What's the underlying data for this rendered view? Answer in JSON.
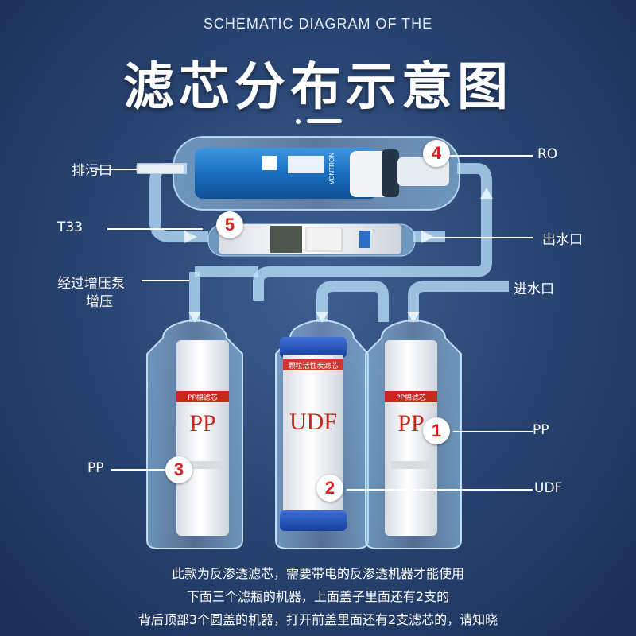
{
  "header": {
    "subtitle": "SCHEMATIC DIAGRAM OF THE",
    "title": "滤芯分布示意图"
  },
  "labels": {
    "drain": "排污口",
    "ro": "RO",
    "t33": "T33",
    "outlet": "出水口",
    "pump_line1": "经过增压泵",
    "pump_line2": "增压",
    "inlet": "进水口",
    "pp_right": "PP",
    "pp_left": "PP",
    "udf": "UDF"
  },
  "markers": {
    "m1": "1",
    "m2": "2",
    "m3": "3",
    "m4": "4",
    "m5": "5"
  },
  "filters": {
    "left_text": "PP",
    "mid_text": "UDF",
    "right_text": "PP",
    "left_band": "PP棉滤芯",
    "mid_band": "颗粒活性炭滤芯",
    "right_band": "PP棉滤芯"
  },
  "membrane": {
    "brand": "VONTRON"
  },
  "notes": {
    "line1": "此款为反渗透滤芯，需要带电的反渗透机器才能使用",
    "line2": "下面三个滤瓶的机器，上面盖子里面还有2支的",
    "line3": "背后顶部3个圆盖的机器，打开前盖里面还有2支滤芯的，请知晓"
  },
  "colors": {
    "marker_text": "#d62020",
    "band_red": "#c9261c",
    "membrane_blue": "#1a6fc0",
    "udf_cap": "#1d4bb8"
  }
}
